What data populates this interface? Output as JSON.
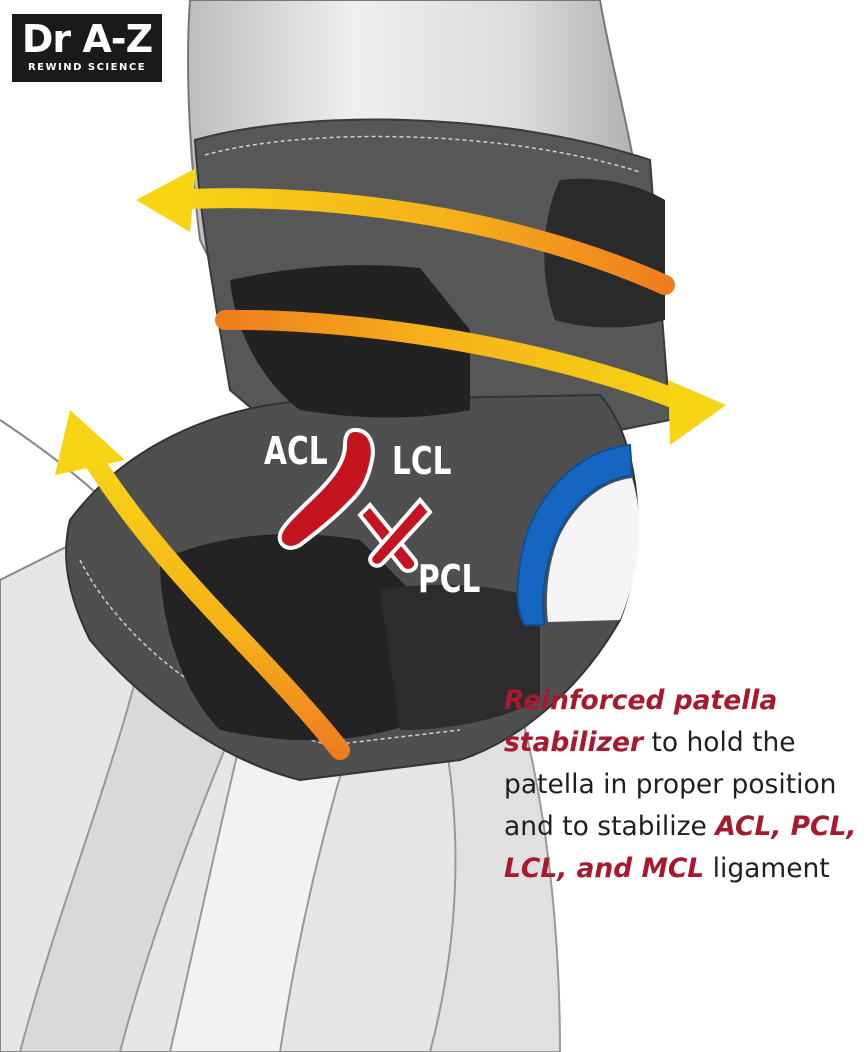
{
  "logo": {
    "main": "Dr A-Z",
    "sub": "REWIND SCIENCE"
  },
  "ligaments": {
    "acl": "ACL",
    "lcl": "LCL",
    "pcl": "PCL"
  },
  "caption": {
    "p1": "Reinforced patella",
    "p2": "stabilizer",
    "p3": " to hold the",
    "p4": "patella in proper position",
    "p5": "and to stabilize ",
    "p6": "ACL, PCL,",
    "p7": "LCL, and MCL",
    "p8": " ligament"
  },
  "colors": {
    "brace": "#4a4a4a",
    "strap": "#262626",
    "arrow_inner": "#f08a1c",
    "arrow_outer": "#f7cf14",
    "ligament": "#c4141f",
    "patella_ring": "#1566c0",
    "highlight_text": "#a6192e"
  }
}
